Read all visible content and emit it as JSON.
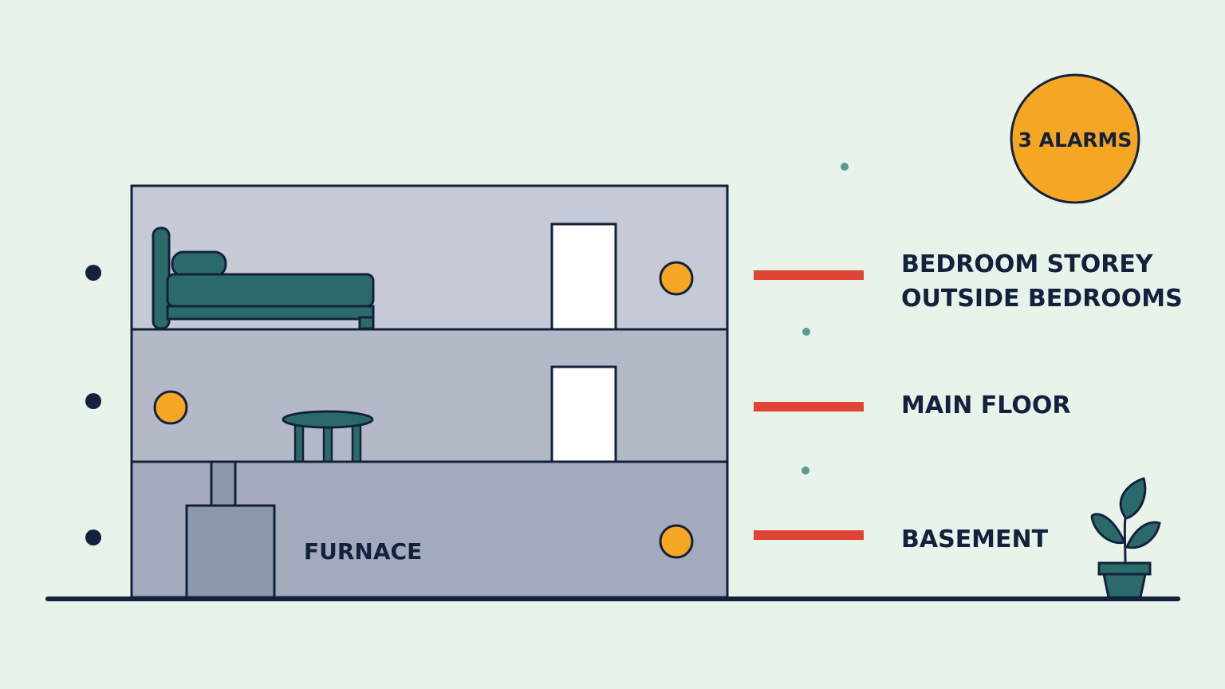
{
  "badge": {
    "text": "3 ALARMS"
  },
  "floors": [
    {
      "label_line1": "BEDROOM STOREY",
      "label_line2": "OUTSIDE BEDROOMS"
    },
    {
      "label_line1": "MAIN FLOOR"
    },
    {
      "label_line1": "BASEMENT"
    }
  ],
  "furnace": {
    "label": "FURNACE"
  },
  "colors": {
    "background": "#e8f3ea",
    "outline": "#14213d",
    "alarm": "#f5a623",
    "leader": "#e04434",
    "furniture": "#2a6b6a",
    "floor_top": "#c5cad6",
    "floor_mid": "#b4b9c8",
    "floor_bottom": "#a3aabb",
    "furnace": "#8e98ab",
    "dot": "#5a9a96"
  }
}
